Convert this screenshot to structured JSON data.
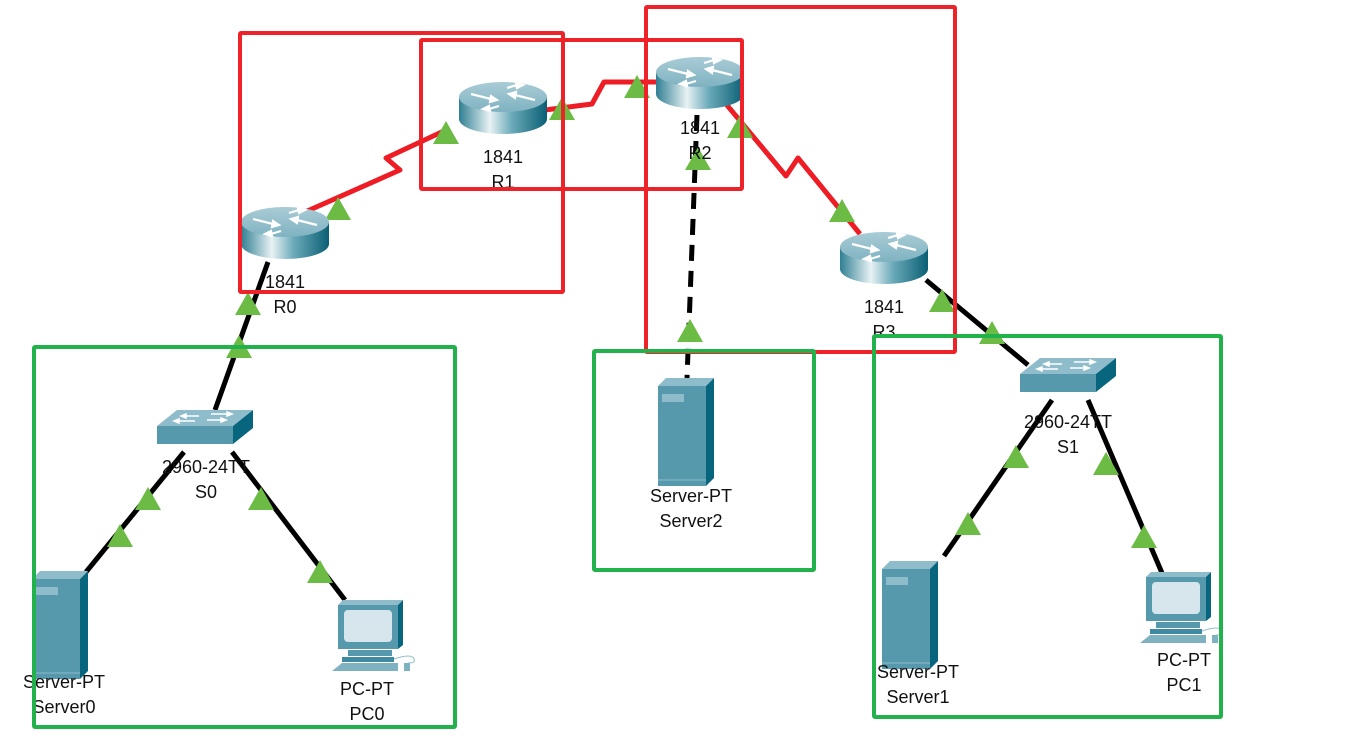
{
  "colors": {
    "serial_link": "#ee1c25",
    "ethernet_link": "#000000",
    "link_up_indicator": "#6cbb45",
    "wan_group_box": "#ee2229",
    "lan_group_box": "#22b24c",
    "device_body": "#5b9db0",
    "device_dark": "#08677f"
  },
  "devices": [
    {
      "id": "R0",
      "type": "router",
      "model": "1841",
      "name": "R0"
    },
    {
      "id": "R1",
      "type": "router",
      "model": "1841",
      "name": "R1"
    },
    {
      "id": "R2",
      "type": "router",
      "model": "1841",
      "name": "R2"
    },
    {
      "id": "R3",
      "type": "router",
      "model": "1841",
      "name": "R3"
    },
    {
      "id": "S0",
      "type": "switch",
      "model": "2960-24TT",
      "name": "S0"
    },
    {
      "id": "S1",
      "type": "switch",
      "model": "2960-24TT",
      "name": "S1"
    },
    {
      "id": "Server0",
      "type": "server",
      "model": "Server-PT",
      "name": "Server0"
    },
    {
      "id": "Server1",
      "type": "server",
      "model": "Server-PT",
      "name": "Server1"
    },
    {
      "id": "Server2",
      "type": "server",
      "model": "Server-PT",
      "name": "Server2"
    },
    {
      "id": "PC0",
      "type": "pc",
      "model": "PC-PT",
      "name": "PC0"
    },
    {
      "id": "PC1",
      "type": "pc",
      "model": "PC-PT",
      "name": "PC1"
    }
  ],
  "links": [
    {
      "from": "R0",
      "to": "R1",
      "medium": "serial",
      "status": "up"
    },
    {
      "from": "R1",
      "to": "R2",
      "medium": "serial",
      "status": "up"
    },
    {
      "from": "R2",
      "to": "R3",
      "medium": "serial",
      "status": "up"
    },
    {
      "from": "R2",
      "to": "Server2",
      "medium": "crossover",
      "status": "up"
    },
    {
      "from": "R0",
      "to": "S0",
      "medium": "copper-straight",
      "status": "up"
    },
    {
      "from": "R3",
      "to": "S1",
      "medium": "copper-straight",
      "status": "up"
    },
    {
      "from": "S0",
      "to": "Server0",
      "medium": "copper-straight",
      "status": "up"
    },
    {
      "from": "S0",
      "to": "PC0",
      "medium": "copper-straight",
      "status": "up"
    },
    {
      "from": "S1",
      "to": "Server1",
      "medium": "copper-straight",
      "status": "up"
    },
    {
      "from": "S1",
      "to": "PC1",
      "medium": "copper-straight",
      "status": "up"
    }
  ],
  "groups": [
    {
      "kind": "wan",
      "members": [
        "R0",
        "R1"
      ]
    },
    {
      "kind": "wan",
      "members": [
        "R1",
        "R2"
      ]
    },
    {
      "kind": "wan",
      "members": [
        "R2",
        "R3"
      ]
    },
    {
      "kind": "lan",
      "members": [
        "S0",
        "Server0",
        "PC0"
      ]
    },
    {
      "kind": "lan",
      "members": [
        "Server2"
      ]
    },
    {
      "kind": "lan",
      "members": [
        "S1",
        "Server1",
        "PC1"
      ]
    }
  ]
}
